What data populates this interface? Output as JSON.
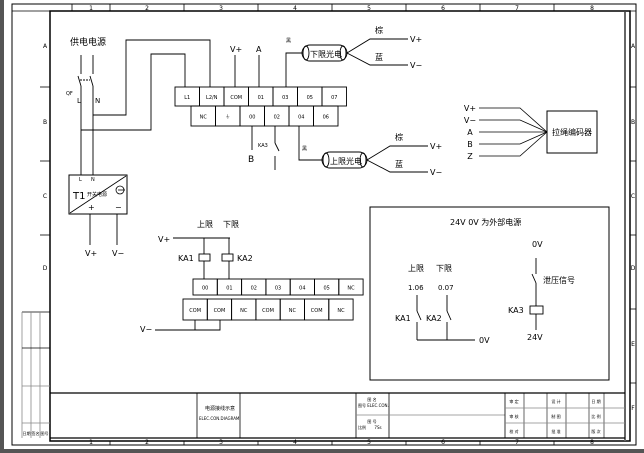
{
  "drawing": {
    "zone_columns": [
      "1",
      "2",
      "3",
      "4",
      "5",
      "6",
      "7",
      "8"
    ],
    "zone_rows": [
      "A",
      "B",
      "C",
      "D",
      "E",
      "F"
    ],
    "power_supply": {
      "title": "供电电源",
      "breaker_label": "QF",
      "line_label": "L",
      "neutral_label": "N"
    },
    "psu": {
      "label": "T1",
      "name": "开关电源",
      "in_l": "L",
      "in_n": "N",
      "out_plus": "+",
      "out_minus": "−",
      "out_vplus": "V+",
      "out_vminus": "V−"
    },
    "plc_top_row": [
      "L1",
      "L2/N",
      "COM",
      "01",
      "03",
      "05",
      "07"
    ],
    "plc_bottom_row": [
      "NC",
      "⏚",
      "00",
      "02",
      "04",
      "06"
    ],
    "plc_wires": {
      "com_label": "V+",
      "i01_label": "A",
      "i00_label": "B",
      "i02_contact": "KA3"
    },
    "lower_sensor": {
      "name": "下限光电",
      "wire_black": "黑",
      "wire_brown": "棕",
      "wire_blue": "蓝",
      "vplus": "V+",
      "vminus": "V−"
    },
    "upper_sensor": {
      "name": "上限光电",
      "wire_black": "黑",
      "wire_brown": "棕",
      "wire_blue": "蓝",
      "vplus": "V+",
      "vminus": "V−"
    },
    "encoder": {
      "name": "拉绳编码器",
      "pins": [
        "V+",
        "V−",
        "A",
        "B",
        "Z"
      ]
    },
    "relay_output": {
      "upper": "上限",
      "lower": "下限",
      "vplus": "V+",
      "vminus": "V−",
      "ka1": "KA1",
      "ka2": "KA2",
      "top_row": [
        "00",
        "01",
        "02",
        "03",
        "04",
        "05",
        "NC"
      ],
      "bottom_row": [
        "COM",
        "COM",
        "NC",
        "COM",
        "NC",
        "COM",
        "NC"
      ]
    },
    "external": {
      "title": "24V 0V 为外部电源",
      "upper": "上限",
      "lower": "下限",
      "upper_addr": "1.06",
      "lower_addr": "0.07",
      "ka1": "KA1",
      "ka2": "KA2",
      "zero_v": "0V",
      "ka3_top": "0V",
      "signal": "泄压信号",
      "ka3": "KA3",
      "ka3_bottom": "24V"
    },
    "title_block": {
      "drawing_name": "电源接线示意",
      "drawing_sub": "ELEC.CON.DIAGRAM",
      "cells_mid": [
        "图 名",
        "图号",
        "ELEC.CON.",
        "图 号",
        "比例",
        "7Ss"
      ],
      "cells_right": [
        "审 定",
        "审 核",
        "校 对",
        "设 计",
        "制 图",
        "批 准",
        "日 期",
        "比 例",
        "版 次"
      ],
      "side_labels": [
        "日期",
        "签名",
        "图号"
      ]
    }
  }
}
